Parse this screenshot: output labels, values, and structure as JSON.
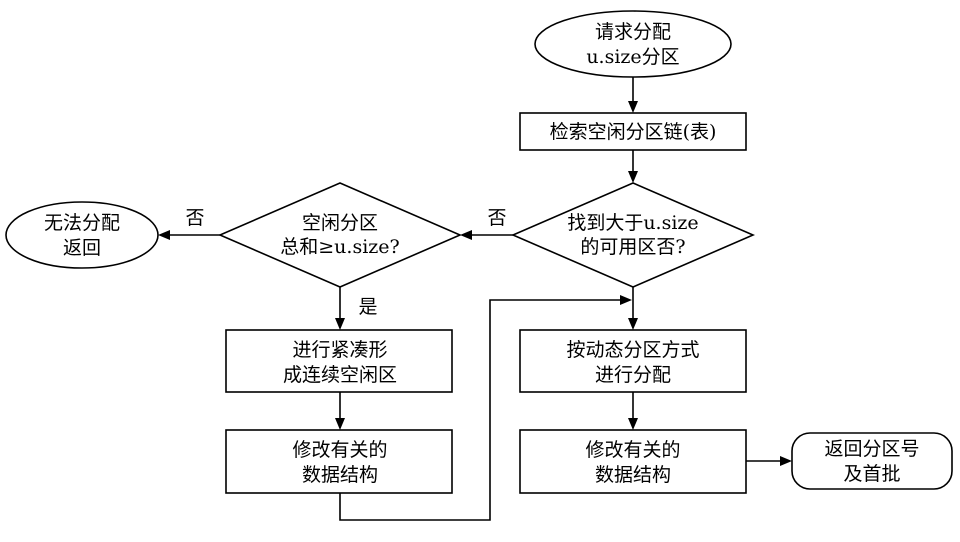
{
  "nodes": {
    "start": [
      "请求分配",
      "u.size分区"
    ],
    "search": [
      "检索空闲分区链(表)"
    ],
    "found_decision": [
      "找到大于u.size",
      "的可用区否?"
    ],
    "total_decision": [
      "空闲分区",
      "总和≥u.size?"
    ],
    "fail_end": [
      "无法分配",
      "返回"
    ],
    "compact": [
      "进行紧凑形",
      "成连续空闲区"
    ],
    "modify_left": [
      "修改有关的",
      "数据结构"
    ],
    "allocate": [
      "按动态分区方式",
      "进行分配"
    ],
    "modify_right": [
      "修改有关的",
      "数据结构"
    ],
    "return_end": [
      "返回分区号",
      "及首批"
    ]
  },
  "edge_labels": {
    "found_no": "否",
    "total_no": "否",
    "total_yes": "是"
  }
}
